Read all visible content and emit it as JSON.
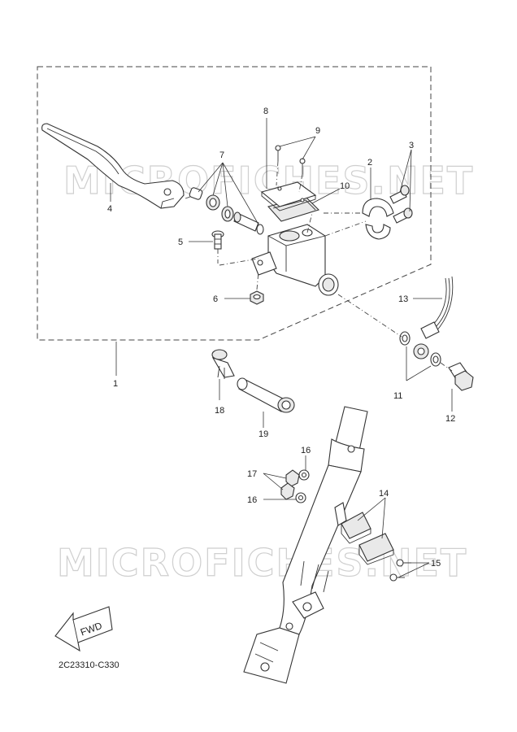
{
  "watermark": {
    "top": "MICROFICHES.NET",
    "bottom": "MICROFICHES.NET"
  },
  "fwd_label": "FWD",
  "diagram_code": "2C23310-C330",
  "callouts": {
    "c1": "1",
    "c2": "2",
    "c3": "3",
    "c4": "4",
    "c5": "5",
    "c6": "6",
    "c7": "7",
    "c8": "8",
    "c9": "9",
    "c10": "10",
    "c11": "11",
    "c12": "12",
    "c13": "13",
    "c14": "14",
    "c15": "15",
    "c16a": "16",
    "c16b": "16",
    "c17": "17",
    "c18": "18",
    "c19": "19"
  }
}
